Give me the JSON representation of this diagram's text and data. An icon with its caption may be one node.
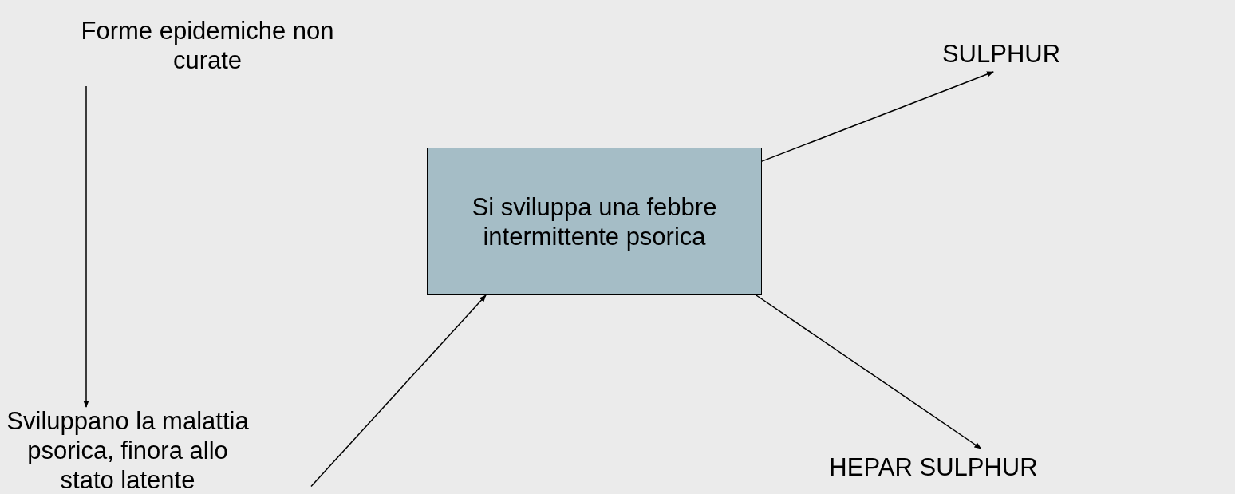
{
  "diagram": {
    "nodes": [
      {
        "text": [
          "Forme epidemiche non curate"
        ]
      },
      {
        "text": [
          "Sviluppano la malattia psorica, finora allo stato latente"
        ]
      },
      {
        "text": [
          "Si sviluppa una febbre intermittente psorica"
        ]
      },
      {
        "text": [
          "SULPHUR"
        ]
      },
      {
        "text": [
          "HEPAR SULPHUR"
        ]
      }
    ],
    "edges": [
      {
        "from": 0,
        "to": 1,
        "arrow": "to"
      },
      {
        "from": 1,
        "to": 2,
        "arrow": "to"
      },
      {
        "from": 2,
        "to": 3,
        "arrow": "to"
      },
      {
        "from": 2,
        "to": 4,
        "arrow": "to"
      }
    ]
  }
}
